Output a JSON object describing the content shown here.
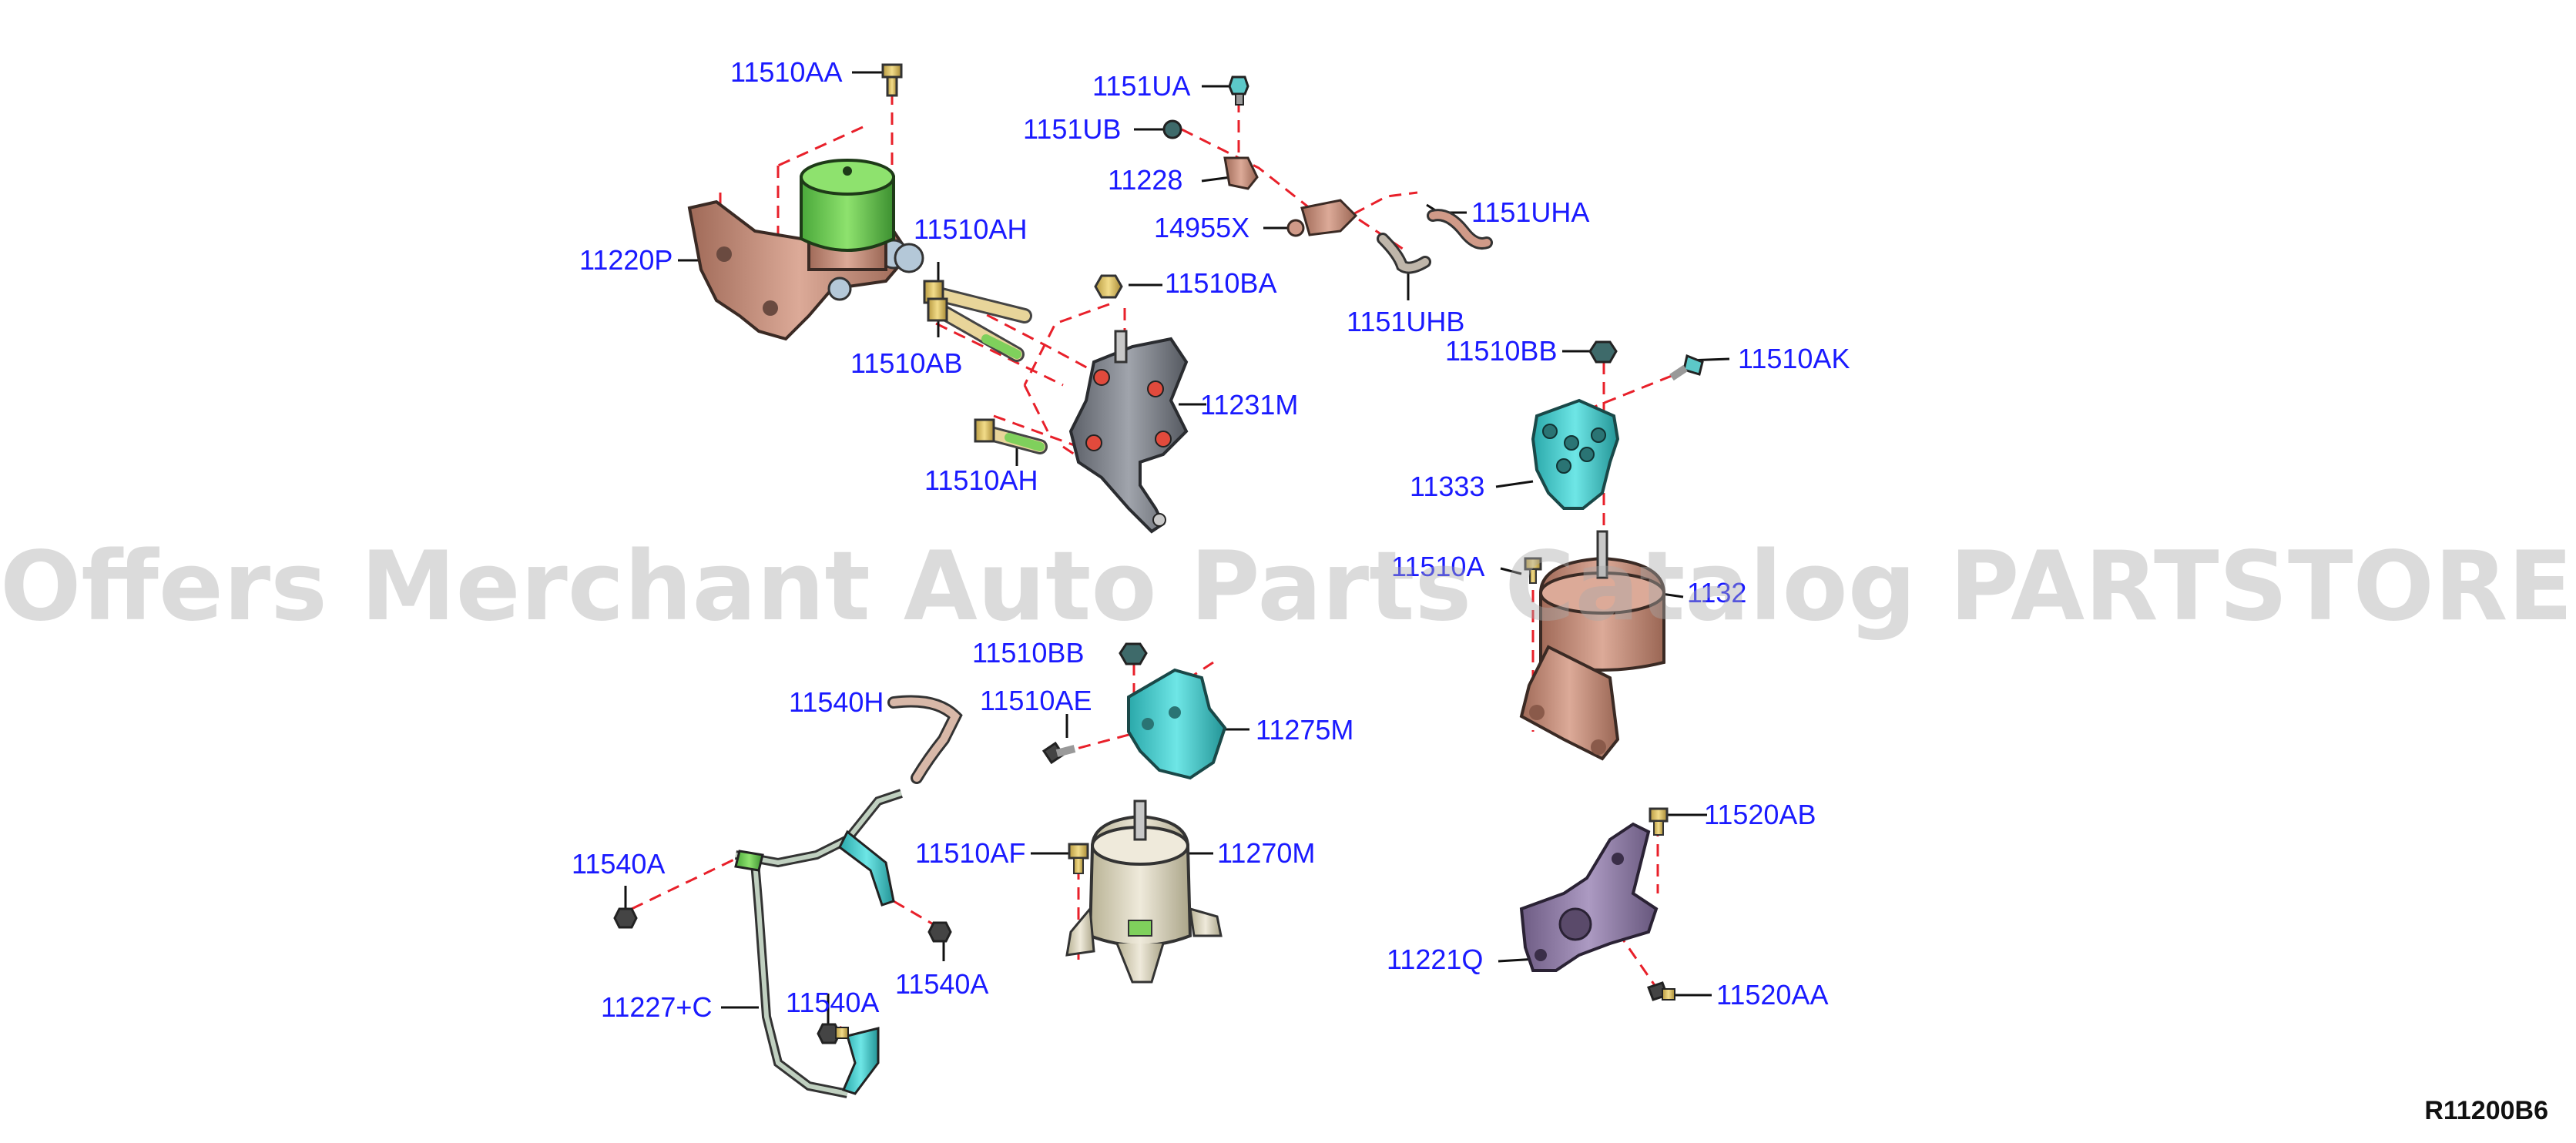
{
  "diagram": {
    "callouts": [
      "11510AA",
      "1151UA",
      "1151UB",
      "11228",
      "14955X",
      "1151UHA",
      "1151UHB",
      "11220P",
      "11510AH",
      "11510BA",
      "11510AB",
      "11231M",
      "11510AH",
      "11510BB",
      "11510AK",
      "11333",
      "11510A",
      "1132",
      "11510BB",
      "11510AE",
      "11275M",
      "11540H",
      "11510AF",
      "11270M",
      "11540A",
      "11540A",
      "11540A",
      "11227+C",
      "11520AB",
      "11221Q",
      "11520AA"
    ],
    "drawing_code": "R11200B6"
  },
  "watermark": "Offers Merchant Auto Parts Catalog PARTSTORE.SA",
  "colors": {
    "callout_text": "#1a1aff",
    "dash_line": "#e8202a",
    "green_part": "#6ac850",
    "cyan_part": "#3cc6c8",
    "bronze_part": "#c89080",
    "gray_part": "#7a7e88",
    "purple_part": "#8a78a0",
    "beige_part": "#d8d2b8"
  }
}
